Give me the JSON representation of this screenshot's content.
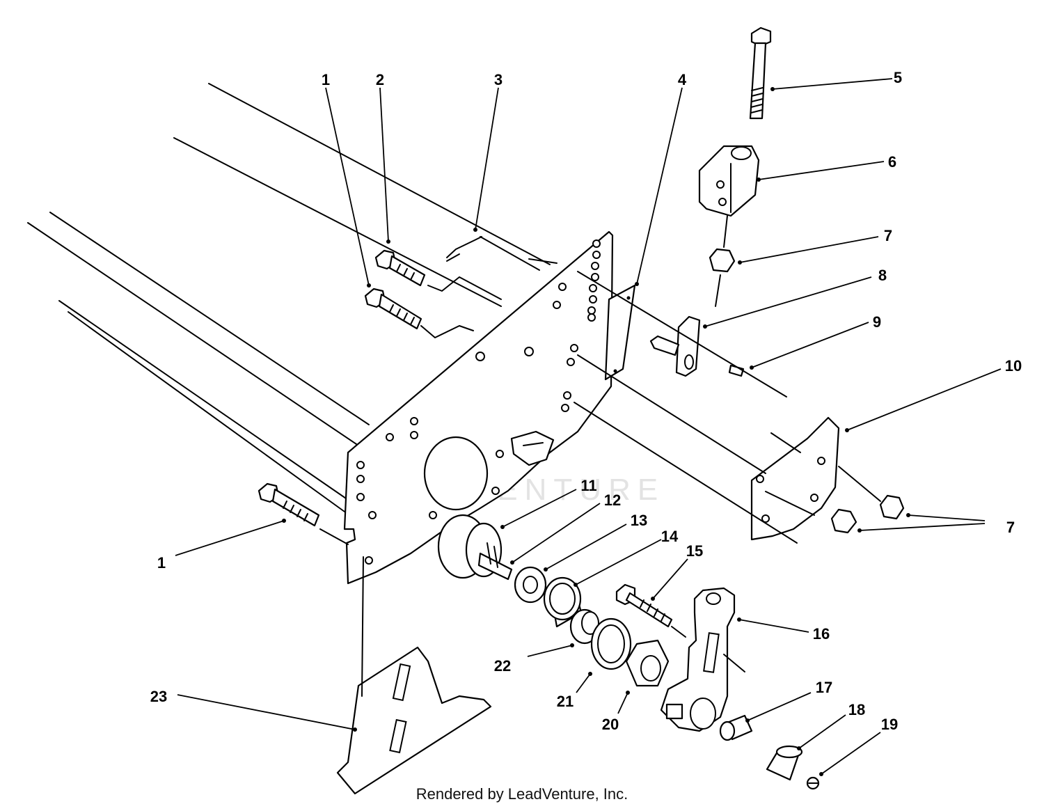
{
  "diagram": {
    "callouts": [
      {
        "id": "c1a",
        "label": "1"
      },
      {
        "id": "c2",
        "label": "2"
      },
      {
        "id": "c3",
        "label": "3"
      },
      {
        "id": "c4",
        "label": "4"
      },
      {
        "id": "c5",
        "label": "5"
      },
      {
        "id": "c6",
        "label": "6"
      },
      {
        "id": "c7a",
        "label": "7"
      },
      {
        "id": "c8",
        "label": "8"
      },
      {
        "id": "c9",
        "label": "9"
      },
      {
        "id": "c10",
        "label": "10"
      },
      {
        "id": "c7b",
        "label": "7"
      },
      {
        "id": "c11",
        "label": "11"
      },
      {
        "id": "c12",
        "label": "12"
      },
      {
        "id": "c13",
        "label": "13"
      },
      {
        "id": "c14",
        "label": "14"
      },
      {
        "id": "c15",
        "label": "15"
      },
      {
        "id": "c16",
        "label": "16"
      },
      {
        "id": "c17",
        "label": "17"
      },
      {
        "id": "c18",
        "label": "18"
      },
      {
        "id": "c19",
        "label": "19"
      },
      {
        "id": "c20",
        "label": "20"
      },
      {
        "id": "c21",
        "label": "21"
      },
      {
        "id": "c22",
        "label": "22"
      },
      {
        "id": "c23",
        "label": "23"
      },
      {
        "id": "c1b",
        "label": "1"
      }
    ],
    "watermark": "LEADVENTURE",
    "credit": "Rendered by LeadVenture, Inc."
  }
}
